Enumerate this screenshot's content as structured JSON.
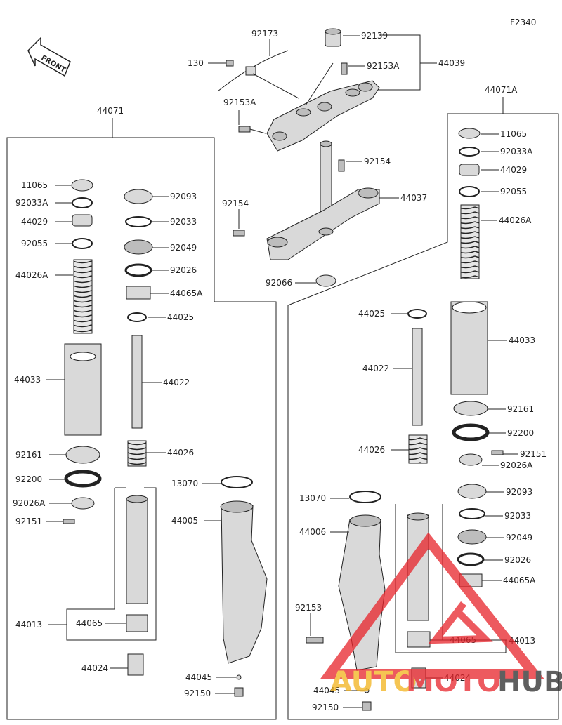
{
  "figure_code": "F2340",
  "front_label": "FRONT",
  "watermark": {
    "part1": "AUTO",
    "part2": "MOTO",
    "part3": "HUB",
    "accent": "#e8232a",
    "secondary": "#f2b21a",
    "dark": "#2a2a2a"
  },
  "callouts": {
    "c44071": "44071",
    "c44071A": "44071A",
    "c92173": "92173",
    "c92139": "92139",
    "c130": "130",
    "c92153A_1": "92153A",
    "c44039": "44039",
    "c92153A_2": "92153A",
    "c92154_1": "92154",
    "c44037": "44037",
    "c92154_2": "92154",
    "c92066": "92066",
    "L_11065": "11065",
    "L_92033A": "92033A",
    "L_44029": "44029",
    "L_92055": "92055",
    "L_44026A": "44026A",
    "L_44033": "44033",
    "L_92161": "92161",
    "L_92200": "92200",
    "L_92026A": "92026A",
    "L_92151": "92151",
    "L_44013": "44013",
    "L_44065": "44065",
    "L_44024": "44024",
    "L_92093": "92093",
    "L_92033": "92033",
    "L_92049": "92049",
    "L_92026": "92026",
    "L_44065A": "44065A",
    "L_44025": "44025",
    "L_44022": "44022",
    "L_44026": "44026",
    "L_13070": "13070",
    "L_44005": "44005",
    "L_44045": "44045",
    "L_92150": "92150",
    "R_11065": "11065",
    "R_92033A": "92033A",
    "R_44029": "44029",
    "R_92055": "92055",
    "R_44026A": "44026A",
    "R_44033": "44033",
    "R_92161": "92161",
    "R_92200": "92200",
    "R_92151": "92151",
    "R_92026A": "92026A",
    "R_92093": "92093",
    "R_92033": "92033",
    "R_92049": "92049",
    "R_92026": "92026",
    "R_44065A": "44065A",
    "R_44013": "44013",
    "R_44065": "44065",
    "R_44024": "44024",
    "R_44025": "44025",
    "R_44022": "44022",
    "R_44026": "44026",
    "R_13070": "13070",
    "R_44006": "44006",
    "R_92153": "92153",
    "R_44045": "44045",
    "R_92150": "92150"
  }
}
